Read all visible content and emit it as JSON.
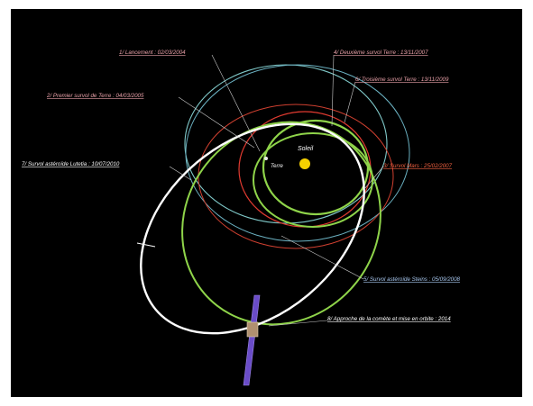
{
  "sun": {
    "label": "Soleil",
    "color": "#f5d000"
  },
  "earth": {
    "label": "Terre"
  },
  "events": [
    {
      "id": "launch",
      "text": "1/ Lancement : 02/03/2004",
      "color": "#e8a0a8"
    },
    {
      "id": "flyby1",
      "text": "2/ Premier survol de Terre : 04/03/2005",
      "color": "#e8a0a8"
    },
    {
      "id": "flyby2",
      "text": "4/ Deuxième survol Terre : 13/11/2007",
      "color": "#e8a0a8"
    },
    {
      "id": "flyby3",
      "text": "6/ Troisième survol Terre : 13/11/2009",
      "color": "#e8a0a8"
    },
    {
      "id": "mars",
      "text": "3/ Survol Mars : 25/02/2007",
      "color": "#f06040"
    },
    {
      "id": "lutetia",
      "text": "7/ Survol astéroïde Lutetia : 10/07/2010",
      "color": "#ffffff"
    },
    {
      "id": "steins",
      "text": "5/ Survol astéroïde Steins : 05/09/2008",
      "color": "#a9c8f0"
    },
    {
      "id": "comet",
      "text": "8/ Approche de la comète et mise en orbite : 2014",
      "color": "#ffffff"
    }
  ],
  "colors": {
    "background": "#000000",
    "earth_orbit": "#e03a30",
    "transfer_orbit": "#8fd44a",
    "outer_orbit": "#7fc8c8",
    "comet_orbit": "#ffffff",
    "spacecraft_panel": "#6a4cc8"
  }
}
